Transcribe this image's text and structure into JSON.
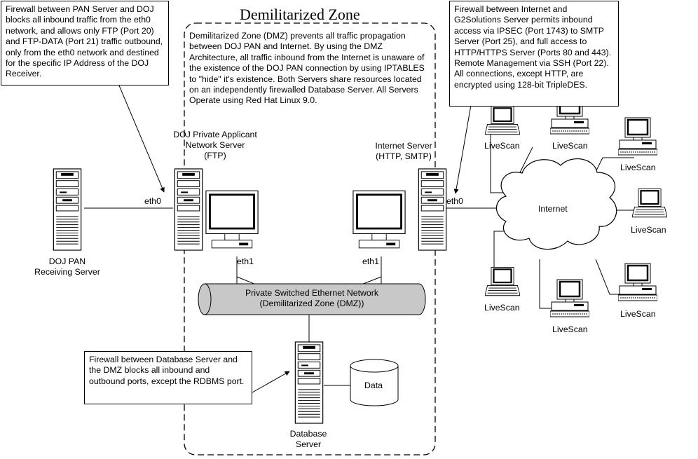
{
  "title": "Demilitarized Zone",
  "notes": {
    "pan_firewall": "Firewall between PAN Server and DOJ blocks all inbound traffic from the eth0 network, and allows only FTP (Port 20) and FTP-DATA (Port 21) traffic outbound, only from the eth0 network and destined for the specific IP Address of the DOJ Receiver.",
    "dmz_description": "Demilitarized Zone (DMZ) prevents all traffic propagation between DOJ PAN and Internet. By using the DMZ Architecture, all traffic inbound from the Internet is unaware of the existence of the DOJ PAN connection by using IPTABLES to \"hide\" it's existence. Both Servers share resources located on an independently firewalled Database Server. All Servers Operate using Red Hat Linux 9.0.",
    "internet_firewall": "Firewall between Internet and G2Solutions Server permits inbound access via IPSEC (Port 1743) to SMTP Server (Port 25), and full access to HTTP/HTTPS Server (Ports 80 and 443). Remote Management via SSH (Port 22). All connections, except HTTP, are encrypted using 128-bit TripleDES.",
    "db_firewall": "Firewall between Database Server and the DMZ blocks all inbound and outbound ports, except the RDBMS port."
  },
  "labels": {
    "doj_server_line1": "DOJ Private Applicant",
    "doj_server_line2": "Network Server",
    "doj_server_line3": "(FTP)",
    "internet_server_line1": "Internet Server",
    "internet_server_line2": "(HTTP, SMTP)",
    "receiver_line1": "DOJ PAN",
    "receiver_line2": "Receiving Server",
    "eth0_left": "eth0",
    "eth0_right": "eth0",
    "eth1_left": "eth1",
    "eth1_right": "eth1",
    "network_line1": "Private Switched Ethernet Network",
    "network_line2": "(Demilitarized Zone (DMZ))",
    "db_line1": "Database",
    "db_line2": "Server",
    "data": "Data",
    "internet": "Internet",
    "livescan": "LiveScan"
  }
}
